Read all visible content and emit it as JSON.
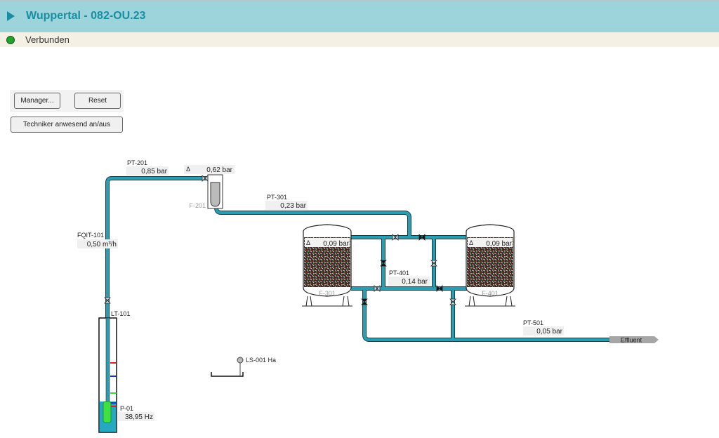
{
  "header": {
    "title": "Wuppertal - 082-OU.23",
    "expand_icon": "play-triangle-icon"
  },
  "status": {
    "text": "Verbunden",
    "color": "#1fa32a"
  },
  "buttons": {
    "manager": "Manager...",
    "reset": "Reset",
    "technician": "Techniker anwesend an/aus"
  },
  "colors": {
    "pipe": "#2a9db0",
    "pipe_outline": "#1b3b44",
    "water": "#26a9c0",
    "pump": "#3fe03f"
  },
  "instruments": {
    "pt201": {
      "tag": "PT-201",
      "value": "0,85 bar"
    },
    "f201": {
      "tag": "F-201",
      "delta": "Δ",
      "value": "0,62 bar"
    },
    "pt301": {
      "tag": "PT-301",
      "value": "0,23 bar"
    },
    "fqit101": {
      "tag": "FQIT-101",
      "value": "0,50 m³/h"
    },
    "f301": {
      "tag": "F-301",
      "delta": "Δ",
      "value": "0,09 bar"
    },
    "f401": {
      "tag": "F-401",
      "delta": "Δ",
      "value": "0,09 bar"
    },
    "pt401": {
      "tag": "PT-401",
      "value": "0,14 bar"
    },
    "pt501": {
      "tag": "PT-501",
      "value": "0,05 bar"
    },
    "lt101": {
      "tag": "LT-101"
    },
    "p01": {
      "tag": "P-01",
      "value": "38,95 Hz"
    },
    "ls001": {
      "tag": "LS-001 Ha"
    }
  },
  "outlet": {
    "label": "Effluent"
  }
}
